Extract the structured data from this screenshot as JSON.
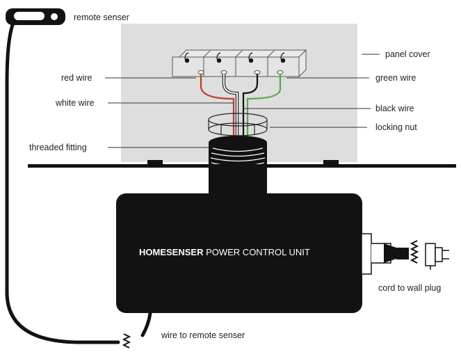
{
  "labels": {
    "remote_senser": "remote senser",
    "panel_cover": "panel cover",
    "red_wire": "red wire",
    "green_wire": "green wire",
    "white_wire": "white wire",
    "black_wire": "black wire",
    "locking_nut": "locking nut",
    "threaded_fitting": "threaded fitting",
    "cord_to_wall_plug": "cord to wall plug",
    "wire_to_remote_senser": "wire to remote senser"
  },
  "unit": {
    "brand": "HOMESENSER",
    "name": " POWER CONTROL UNIT"
  },
  "colors": {
    "panel": "#dedede",
    "unit_body": "#121212",
    "red_wire": "#c0392b",
    "green_wire": "#5aa64a",
    "black": "#111111",
    "white": "#ffffff"
  }
}
